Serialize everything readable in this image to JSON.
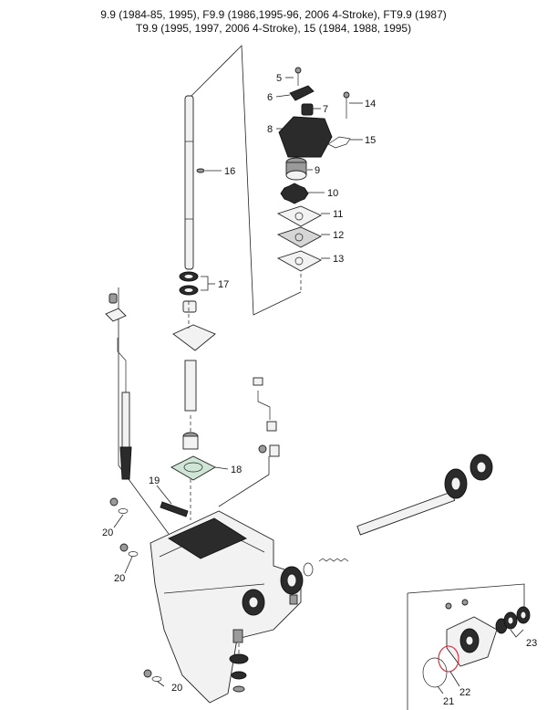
{
  "header": {
    "line1": "9.9 (1984-85, 1995), F9.9 (1986,1995-96, 2006 4-Stroke), FT9.9 (1987)",
    "line2": "T9.9 (1995, 1997, 2006 4-Stroke), 15 (1984, 1988, 1995)"
  },
  "callouts": {
    "c5": "5",
    "c6": "6",
    "c7": "7",
    "c8": "8",
    "c9": "9",
    "c10": "10",
    "c11": "11",
    "c12": "12",
    "c13": "13",
    "c14": "14",
    "c15": "15",
    "c16": "16",
    "c17": "17",
    "c18": "18",
    "c19": "19",
    "c20a": "20",
    "c20b": "20",
    "c20c": "20",
    "c21": "21",
    "c22": "22",
    "c23": "23"
  }
}
